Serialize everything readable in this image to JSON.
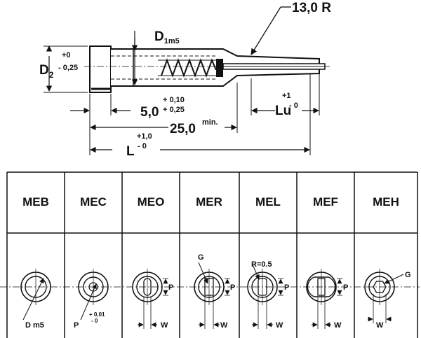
{
  "drawing": {
    "radius_label": "13,0 R",
    "d1_main": "D",
    "d1_sub": "1m5",
    "d2_main": "D",
    "d2_sub": "2",
    "d2_tol_upper": "+0",
    "d2_tol_lower": "- 0,25",
    "head_len": "5,0",
    "head_tol_upper": "+ 0,10",
    "head_tol_lower": "+ 0,25",
    "min_len": "25,0",
    "min_suffix": "min.",
    "total_len": "L",
    "total_tol_upper": "+1,0",
    "total_tol_lower": "- 0",
    "lu_label": "Lu",
    "lu_tol_upper": "+1",
    "lu_tol_lower": "- 0"
  },
  "table": {
    "headers": [
      "MEB",
      "MEC",
      "MEO",
      "MER",
      "MEL",
      "MEF",
      "MEH"
    ],
    "cells": [
      {
        "labels": [
          "D m5"
        ]
      },
      {
        "labels": [
          "P",
          "+ 0,01",
          "- 0"
        ]
      },
      {
        "labels": [
          "P",
          "W"
        ]
      },
      {
        "labels": [
          "G",
          "P",
          "W"
        ]
      },
      {
        "labels": [
          "R=0.5",
          "P",
          "W"
        ]
      },
      {
        "labels": [
          "P",
          "W"
        ]
      },
      {
        "labels": [
          "G",
          "W"
        ]
      }
    ]
  }
}
